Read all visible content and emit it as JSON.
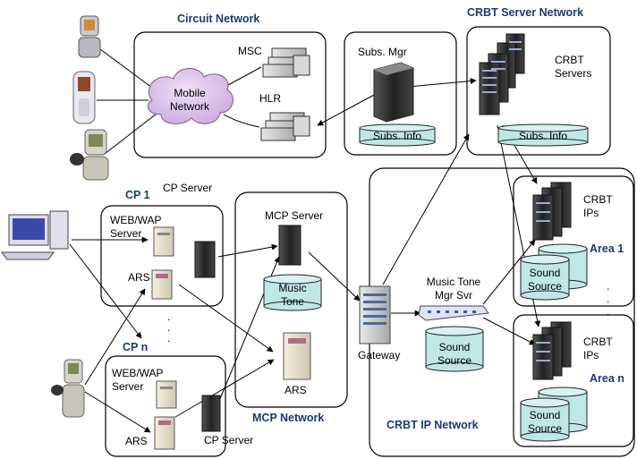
{
  "sections": {
    "circuit_network": "Circuit Network",
    "crbt_server_network": "CRBT Server Network",
    "cp1": "CP 1",
    "cpn": "CP n",
    "mcp_network": "MCP Network",
    "crbt_ip_network": "CRBT IP Network",
    "area1": "Area 1",
    "arean": "Area n"
  },
  "labels": {
    "msc": "MSC",
    "hlr": "HLR",
    "mobile": [
      "Mobile",
      "Network"
    ],
    "subs_mgr": "Subs. Mgr",
    "subs_info": "Subs. Info",
    "crbt_servers": [
      "CRBT",
      "Servers"
    ],
    "cp_server": "CP Server",
    "web_wap_server": [
      "WEB/WAP",
      "Server"
    ],
    "ars": "ARS",
    "mcp_server": "MCP Server",
    "music_tone": [
      "Music",
      "Tone"
    ],
    "gateway": "Gateway",
    "music_tone_mgr": [
      "Music Tone",
      "Mgr Svr"
    ],
    "sound_source": [
      "Sound",
      "Source"
    ],
    "crbt_ips": [
      "CRBT",
      "IPs"
    ],
    "ellipsis": "."
  },
  "colors": {
    "section_title": "#1a3a7a",
    "database": "#bfe7e7"
  }
}
